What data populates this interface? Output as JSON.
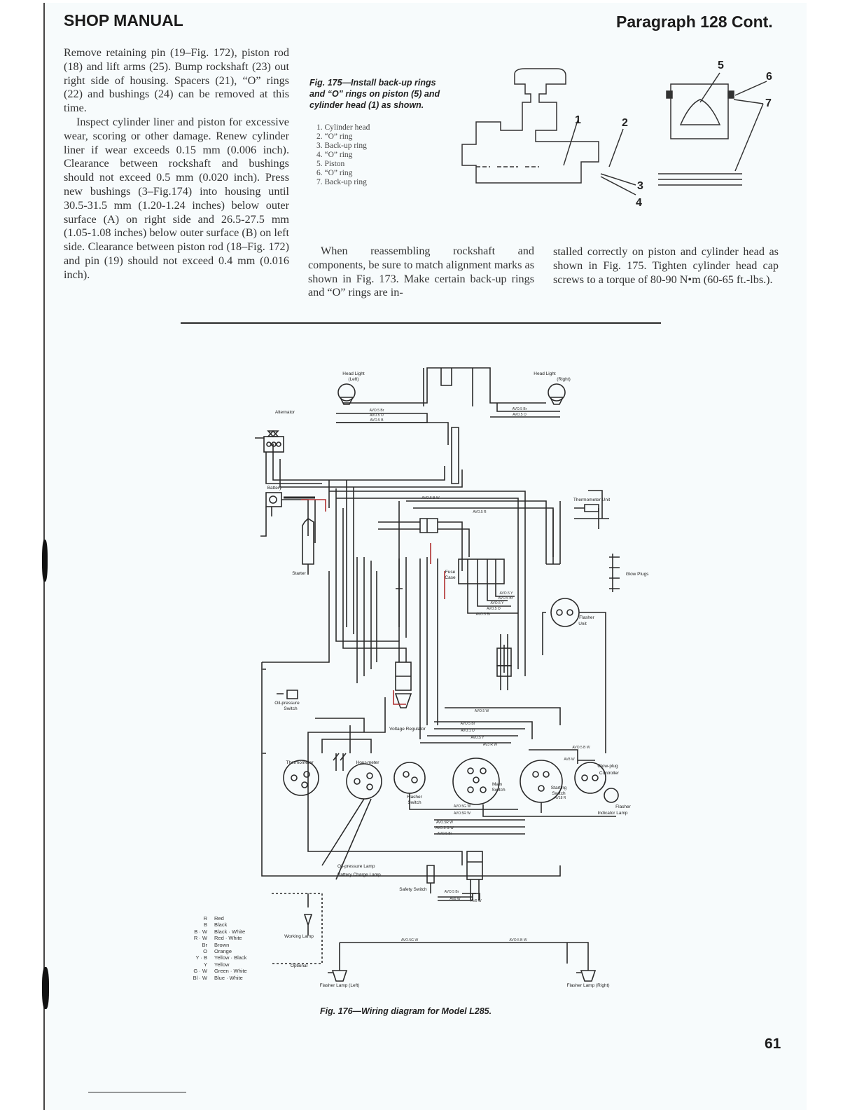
{
  "header": {
    "left": "SHOP MANUAL",
    "right": "Paragraph 128 Cont."
  },
  "col1": {
    "p1": "Remove retaining pin (19–Fig. 172), piston rod (18) and lift arms (25). Bump rockshaft (23) out right side of housing. Spacers (21), “O” rings (22) and bushings (24) can be removed at this time.",
    "p2": "Inspect cylinder liner and piston for excessive wear, scoring or other damage. Renew cylinder liner if wear exceeds 0.15 mm (0.006 inch). Clearance between rockshaft and bushings should not exceed 0.5 mm (0.020 inch). Press new bushings (3–Fig.174) into housing until 30.5-31.5 mm (1.20-1.24 inches) below outer surface (A) on right side and 26.5-27.5 mm (1.05-1.08 inches) below outer surface (B) on left side. Clearance between piston rod (18–Fig. 172) and pin (19) should not exceed 0.4 mm (0.016 inch)."
  },
  "fig175": {
    "caption": "Fig. 175—Install back-up rings and “O” rings on piston (5) and cylinder head (1) as shown.",
    "legend": [
      "1. Cylinder head",
      "2. “O” ring",
      "3. Back-up ring",
      "4. “O” ring",
      "5. Piston",
      "6. “O” ring",
      "7. Back-up ring"
    ],
    "callouts": [
      "1",
      "2",
      "3",
      "4",
      "5",
      "6",
      "7"
    ]
  },
  "col2": {
    "text": "When reassembling rockshaft and components, be sure to match alignment marks as shown in Fig. 173. Make certain back-up rings and “O” rings are in-"
  },
  "col3": {
    "text": "stalled correctly on piston and cylinder head as shown in Fig. 175. Tighten cylinder head cap screws to a torque of 80-90 N•m (60-65 ft.-lbs.)."
  },
  "diagram": {
    "labels": {
      "head_left": [
        "Head Light",
        "(Left)"
      ],
      "head_right": [
        "Head Light",
        "(Right)"
      ],
      "alternator": "Alternator",
      "battery": "Battery",
      "starter": "Starter",
      "thermometer_unit": "Thermometer Unit",
      "glow_plugs": "Glow Plugs",
      "fuse_case": [
        "Fuse",
        "Case"
      ],
      "flasher_unit": [
        "Flasher",
        "Unit"
      ],
      "oil_switch": [
        "Oil-pressure",
        "Switch"
      ],
      "voltage_regulator": "Voltage Regulator",
      "thermometer": "Thermometer",
      "hour_meter": "Hour-meter",
      "flasher_switch": [
        "Flasher",
        "Switch"
      ],
      "main_switch": [
        "Main",
        "Switch"
      ],
      "starting_switch": [
        "Starting",
        "Switch"
      ],
      "glow_controller": [
        "Glow-plug",
        "Controller"
      ],
      "flasher_indicator": [
        "Flasher",
        "Indicator Lamp"
      ],
      "oil_lamp": "Oil-pressure Lamp",
      "charge_lamp": "Battery Charge Lamp",
      "safety_switch": "Safety Switch",
      "working_lamp": "Working Lamp",
      "optional": "Optional",
      "flasher_left": "Flasher Lamp (Left)",
      "flasher_right": "Flasher Lamp (Right)"
    },
    "wires": {
      "w1": "AVO.5 Br",
      "w2": "AVO.5 O",
      "w3": "AVO.5 B",
      "w4": "AVO.5 Br",
      "w5": "AVO.5 O",
      "w6": "AVO.5 B W",
      "w7": "AVO.5 R",
      "w8": "AVO.5 Y",
      "w9": "AVO.5 O",
      "w10": "AVO.5 Br",
      "w11": "AVO.5 W",
      "w12": "AVO.5 Br",
      "w13": "AVO.1 O",
      "w14": "AVO.5 Y",
      "w15": "AV3 R W",
      "w16": "AV8 W",
      "w17": "AVO.5G W",
      "w18": "AVO.5R W",
      "w19": "AVO.5R W",
      "w20": "AVO.5 G W",
      "w21": "AVO.5 Br",
      "w22": "AVO.5 Br",
      "w23": "AV8 W",
      "w24": "AVO.5G W",
      "w25": "AVO.5 B W",
      "w26": "AVO.5 Y",
      "w27": "AVO.5 Br",
      "w28": "AV18 R",
      "w29": "AV8 W",
      "w30": "AVO.5 B W"
    },
    "color_codes": [
      [
        "R",
        "Red"
      ],
      [
        "B",
        "Black"
      ],
      [
        "B · W",
        "Black · White"
      ],
      [
        "R · W",
        "Red · White"
      ],
      [
        "Br",
        "Brown"
      ],
      [
        "O",
        "Orange"
      ],
      [
        "Y · B",
        "Yellow · Black"
      ],
      [
        "Y",
        "Yellow"
      ],
      [
        "G · W",
        "Green · White"
      ],
      [
        "Bl · W",
        "Blue · White"
      ]
    ],
    "caption": "Fig. 176—Wiring diagram for Model L285."
  },
  "page_number": "61"
}
